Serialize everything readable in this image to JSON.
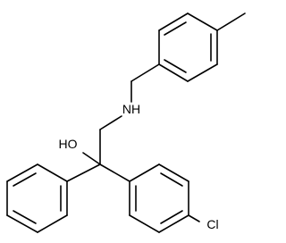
{
  "atoms": {
    "amine": "NH",
    "hydroxyl": "HO",
    "chlorine": "Cl"
  },
  "colors": {
    "bond": "#000000",
    "background": "#ffffff"
  }
}
